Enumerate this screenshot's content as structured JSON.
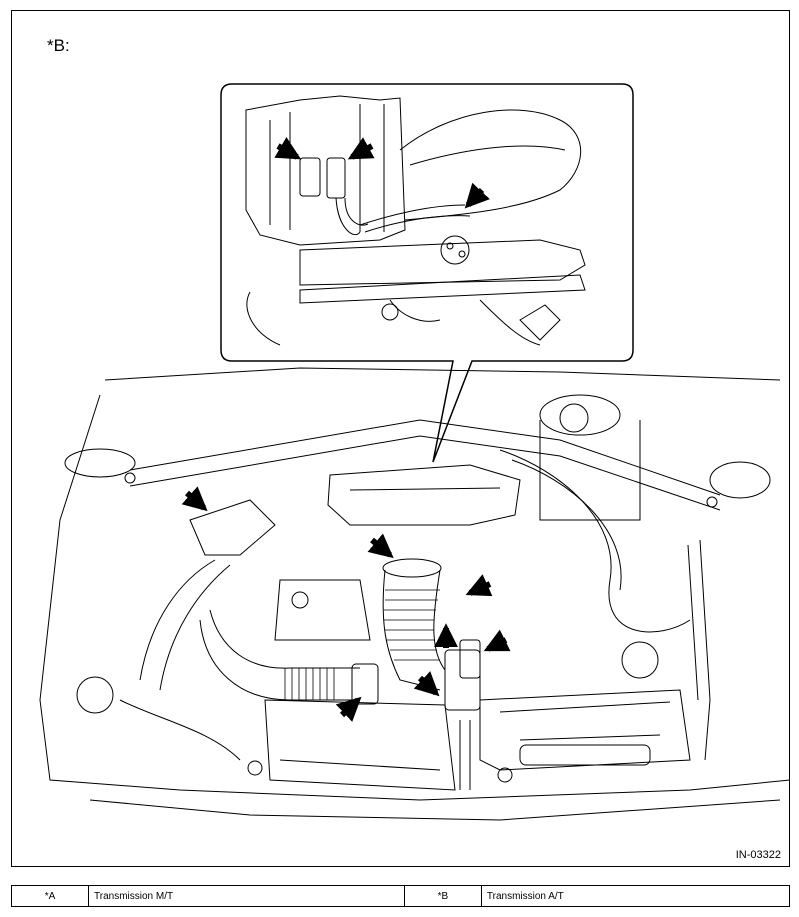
{
  "figure": {
    "panel_label": "*B:",
    "figure_id": "IN-03322"
  },
  "legend": {
    "rows": [
      {
        "key_a": "*A",
        "value_a": "Transmission M/T",
        "key_b": "*B",
        "value_b": "Transmission A/T"
      }
    ]
  }
}
